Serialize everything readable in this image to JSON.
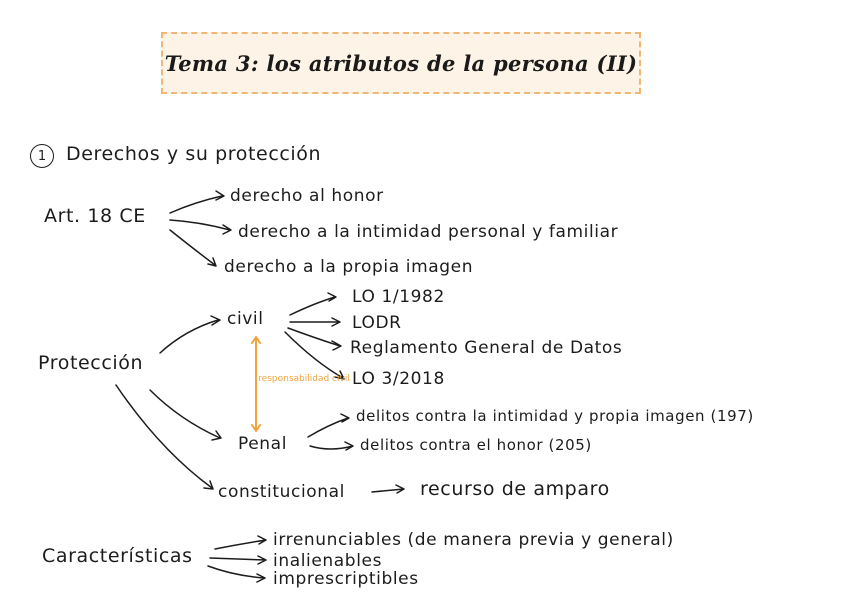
{
  "title": "Tema 3: los atributos de la persona (II)",
  "section": {
    "number": "1",
    "heading": "Derechos y su protección"
  },
  "art18": {
    "label": "Art. 18 CE",
    "items": [
      "derecho al honor",
      "derecho a la intimidad personal y familiar",
      "derecho a la propia imagen"
    ]
  },
  "proteccion": {
    "label": "Protección",
    "civil": {
      "label": "civil",
      "items": [
        "LO 1/1982",
        "LODR",
        "Reglamento General de Datos",
        "LO 3/2018"
      ]
    },
    "note": "responsabilidad civil",
    "penal": {
      "label": "Penal",
      "items": [
        "delitos contra la intimidad y propia imagen (197)",
        "delitos contra el honor (205)"
      ]
    },
    "constitucional": {
      "label": "constitucional",
      "result": "recurso de amparo"
    }
  },
  "caracteristicas": {
    "label": "Características",
    "items": [
      "irrenunciables (de manera previa y general)",
      "inalienables",
      "imprescriptibles"
    ]
  },
  "colors": {
    "ink": "#1c1c1c",
    "title_bg": "#fdf3e6",
    "title_border": "#efb675",
    "accent_orange": "#f0a440"
  }
}
